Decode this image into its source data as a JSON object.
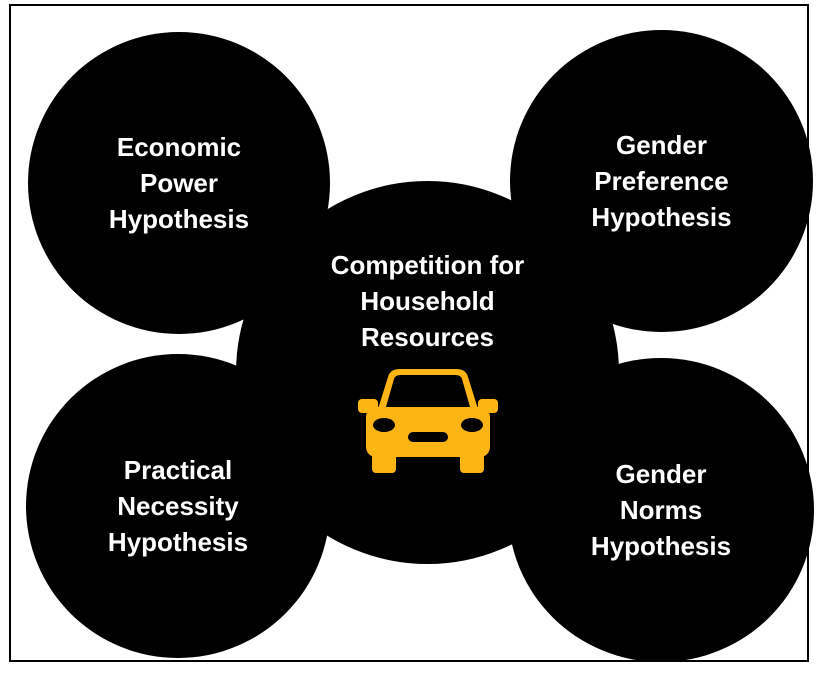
{
  "diagram": {
    "center": {
      "label": "Competition for\nHousehold\nResources",
      "icon": "car-icon",
      "icon_color": "#FDB515"
    },
    "nodes": {
      "top_left": "Economic\nPower\nHypothesis",
      "top_right": "Gender\nPreference\nHypothesis",
      "bottom_left": "Practical\nNecessity\nHypothesis",
      "bottom_right": "Gender\nNorms\nHypothesis"
    },
    "colors": {
      "circle_fill": "#000000",
      "text": "#ffffff",
      "frame": "#000000"
    }
  }
}
